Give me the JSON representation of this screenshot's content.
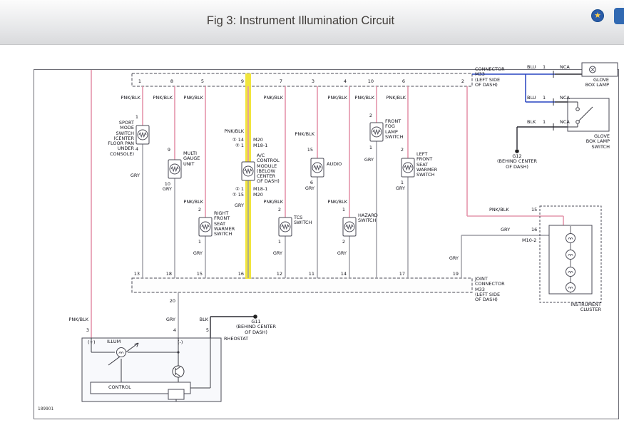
{
  "header": {
    "title": "Fig 3: Instrument Illumination Circuit"
  },
  "footer_code": "189901",
  "wire_colors": {
    "pnk_blk": "#e495ab",
    "gry": "#9b9ba3",
    "blu": "#2743c0",
    "blk": "#2b2b33",
    "highlight": "#f1e53c"
  },
  "top_connector": {
    "label": "CONNECTOR\nM33\n(LEFT SIDE\nOF DASH)",
    "pins": [
      "1",
      "8",
      "5",
      "9",
      "7",
      "3",
      "4",
      "10",
      "6",
      "2"
    ]
  },
  "bottom_connector": {
    "label": "JOINT\nCONNECTOR\nM33\n(LEFT SIDE\nOF DASH)",
    "pins": [
      "13",
      "18",
      "15",
      "16",
      "12",
      "11",
      "14",
      "17",
      "19"
    ],
    "pin_20": "20"
  },
  "components": [
    {
      "id": "sport-mode-switch",
      "name": "SPORT\nMODE\nSWITCH\n(CENTER\nFLOOR PAN\nUNDER\nCONSOLE)",
      "pin_top": "1",
      "pin_bottom": "4",
      "wire_top": "PNK/BLK",
      "wire_bottom": "GRY"
    },
    {
      "id": "multi-gauge-unit",
      "name": "MULTI\nGAUGE\nUNIT",
      "pin_top": "9",
      "pin_bottom": "10",
      "wire_top": "PNK/BLK",
      "wire_bottom": "GRY"
    },
    {
      "id": "ac-control-module",
      "name": "A/C\nCONTROL\nMODULE\n(BELOW\nCENTER\nOF DASH)",
      "wire_top": "PNK/BLK",
      "wire_bottom": "GRY",
      "refs_top": [
        "① 14",
        "M20",
        "② 1",
        "M18-1"
      ],
      "refs_bottom": [
        "② 1",
        "M18-1",
        "① 15",
        "M20"
      ]
    },
    {
      "id": "audio",
      "name": "AUDIO",
      "pin_top": "15",
      "pin_bottom": "6",
      "wire_top": "PNK/BLK",
      "wire_bottom": "GRY"
    },
    {
      "id": "front-fog-lamp-switch",
      "name": "FRONT\nFOG\nLAMP\nSWITCH",
      "pin_top": "2",
      "pin_bottom": "1",
      "wire_top": "PNK/BLK",
      "wire_bottom": "GRY"
    },
    {
      "id": "left-front-seat-warmer-switch",
      "name": "LEFT\nFRONT\nSEAT\nWARMER\nSWITCH",
      "pin_top": "2",
      "pin_bottom": "1",
      "wire_top": "PNK/BLK",
      "wire_bottom": "GRY"
    },
    {
      "id": "right-front-seat-warmer-switch",
      "name": "RIGHT\nFRONT\nSEAT\nWARMER\nSWITCH",
      "pin_top": "2",
      "pin_bottom": "1",
      "wire_top": "PNK/BLK",
      "wire_mid": "PNK/BLK",
      "wire_bottom": "GRY"
    },
    {
      "id": "tcs-switch",
      "name": "TCS\nSWITCH",
      "pin_top": "2",
      "pin_bottom": "1",
      "wire_top": "PNK/BLK",
      "wire_mid": "PNK/BLK",
      "wire_bottom": "GRY"
    },
    {
      "id": "hazard-switch",
      "name": "HAZARD\nSWITCH",
      "pin_top": "1",
      "pin_bottom": "2",
      "wire_top": "PNK/BLK",
      "wire_mid": "PNK/BLK",
      "wire_bottom": "GRY"
    }
  ],
  "glove_box": {
    "lamp_label": "GLOVE\nBOX LAMP",
    "switch_label": "GLOVE\nBOX LAMP\nSWITCH",
    "rows": [
      {
        "color": "BLU",
        "pin": "1",
        "alt": "NCA"
      },
      {
        "color": "BLU",
        "pin": "1",
        "alt": "NCA"
      },
      {
        "color": "BLK",
        "pin": "1",
        "alt": "NCA"
      }
    ],
    "ground": "G12\n(BEHIND CENTER\nOF DASH)"
  },
  "instrument_cluster": {
    "label": "INSTRUMENT\nCLUSTER",
    "pin_top": "15",
    "pin_bottom": "16",
    "connector": "M10-2",
    "wire_top": "PNK/BLK",
    "wire_bottom": "GRY",
    "wire_bottom_vert": "GRY"
  },
  "rheostat": {
    "label": "RHEOSTAT",
    "illum": "ILLUM",
    "plus": "(+)",
    "minus": "(-)",
    "control": "CONTROL",
    "pin_left": "3",
    "pin_mid": "4",
    "pin_right": "5",
    "wire_left": "PNK/BLK",
    "wire_mid": "GRY",
    "wire_right": "BLK",
    "ground": "G11\n(BEHIND CENTER\nOF DASH)"
  }
}
